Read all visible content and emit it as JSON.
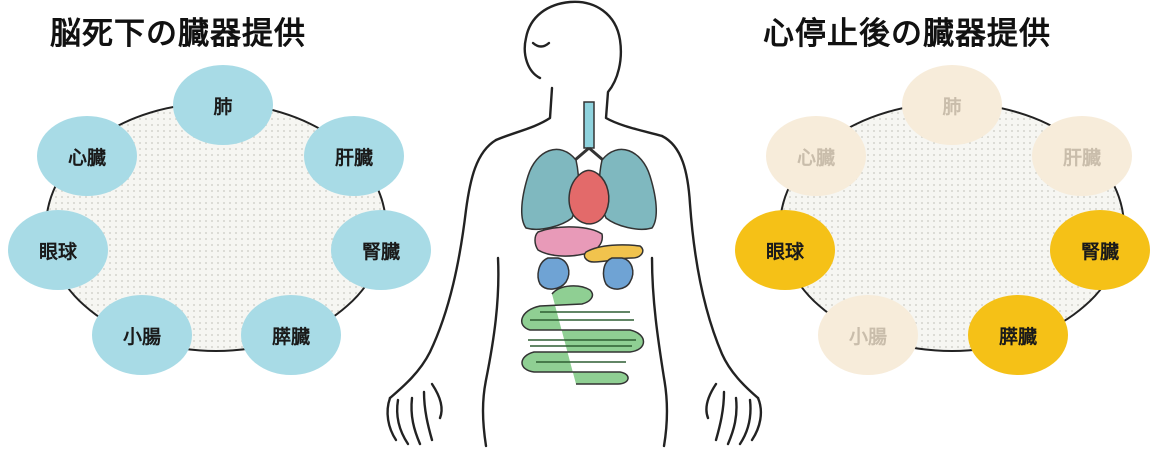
{
  "titles": {
    "left": "脳死下の臓器提供",
    "right": "心停止後の臓器提供"
  },
  "left_panel": {
    "organs": [
      {
        "label": "肺",
        "state": "available"
      },
      {
        "label": "肝臓",
        "state": "available"
      },
      {
        "label": "腎臓",
        "state": "available"
      },
      {
        "label": "膵臓",
        "state": "available"
      },
      {
        "label": "小腸",
        "state": "available"
      },
      {
        "label": "眼球",
        "state": "available"
      },
      {
        "label": "心臓",
        "state": "available"
      }
    ]
  },
  "right_panel": {
    "organs": [
      {
        "label": "肺",
        "state": "unavailable"
      },
      {
        "label": "肝臓",
        "state": "unavailable"
      },
      {
        "label": "腎臓",
        "state": "available"
      },
      {
        "label": "膵臓",
        "state": "available"
      },
      {
        "label": "小腸",
        "state": "unavailable"
      },
      {
        "label": "眼球",
        "state": "available"
      },
      {
        "label": "心臓",
        "state": "unavailable"
      }
    ]
  },
  "colors": {
    "left_badge": "#a8dbe6",
    "right_available": "#f5c117",
    "right_unavailable": "#f7ecda",
    "lungs": "#7fb8bf",
    "heart": "#e36a6a",
    "liver": "#e89ab8",
    "pancreas": "#f1c34d",
    "kidneys": "#6fa3d4",
    "intestine": "#8fcf93"
  }
}
